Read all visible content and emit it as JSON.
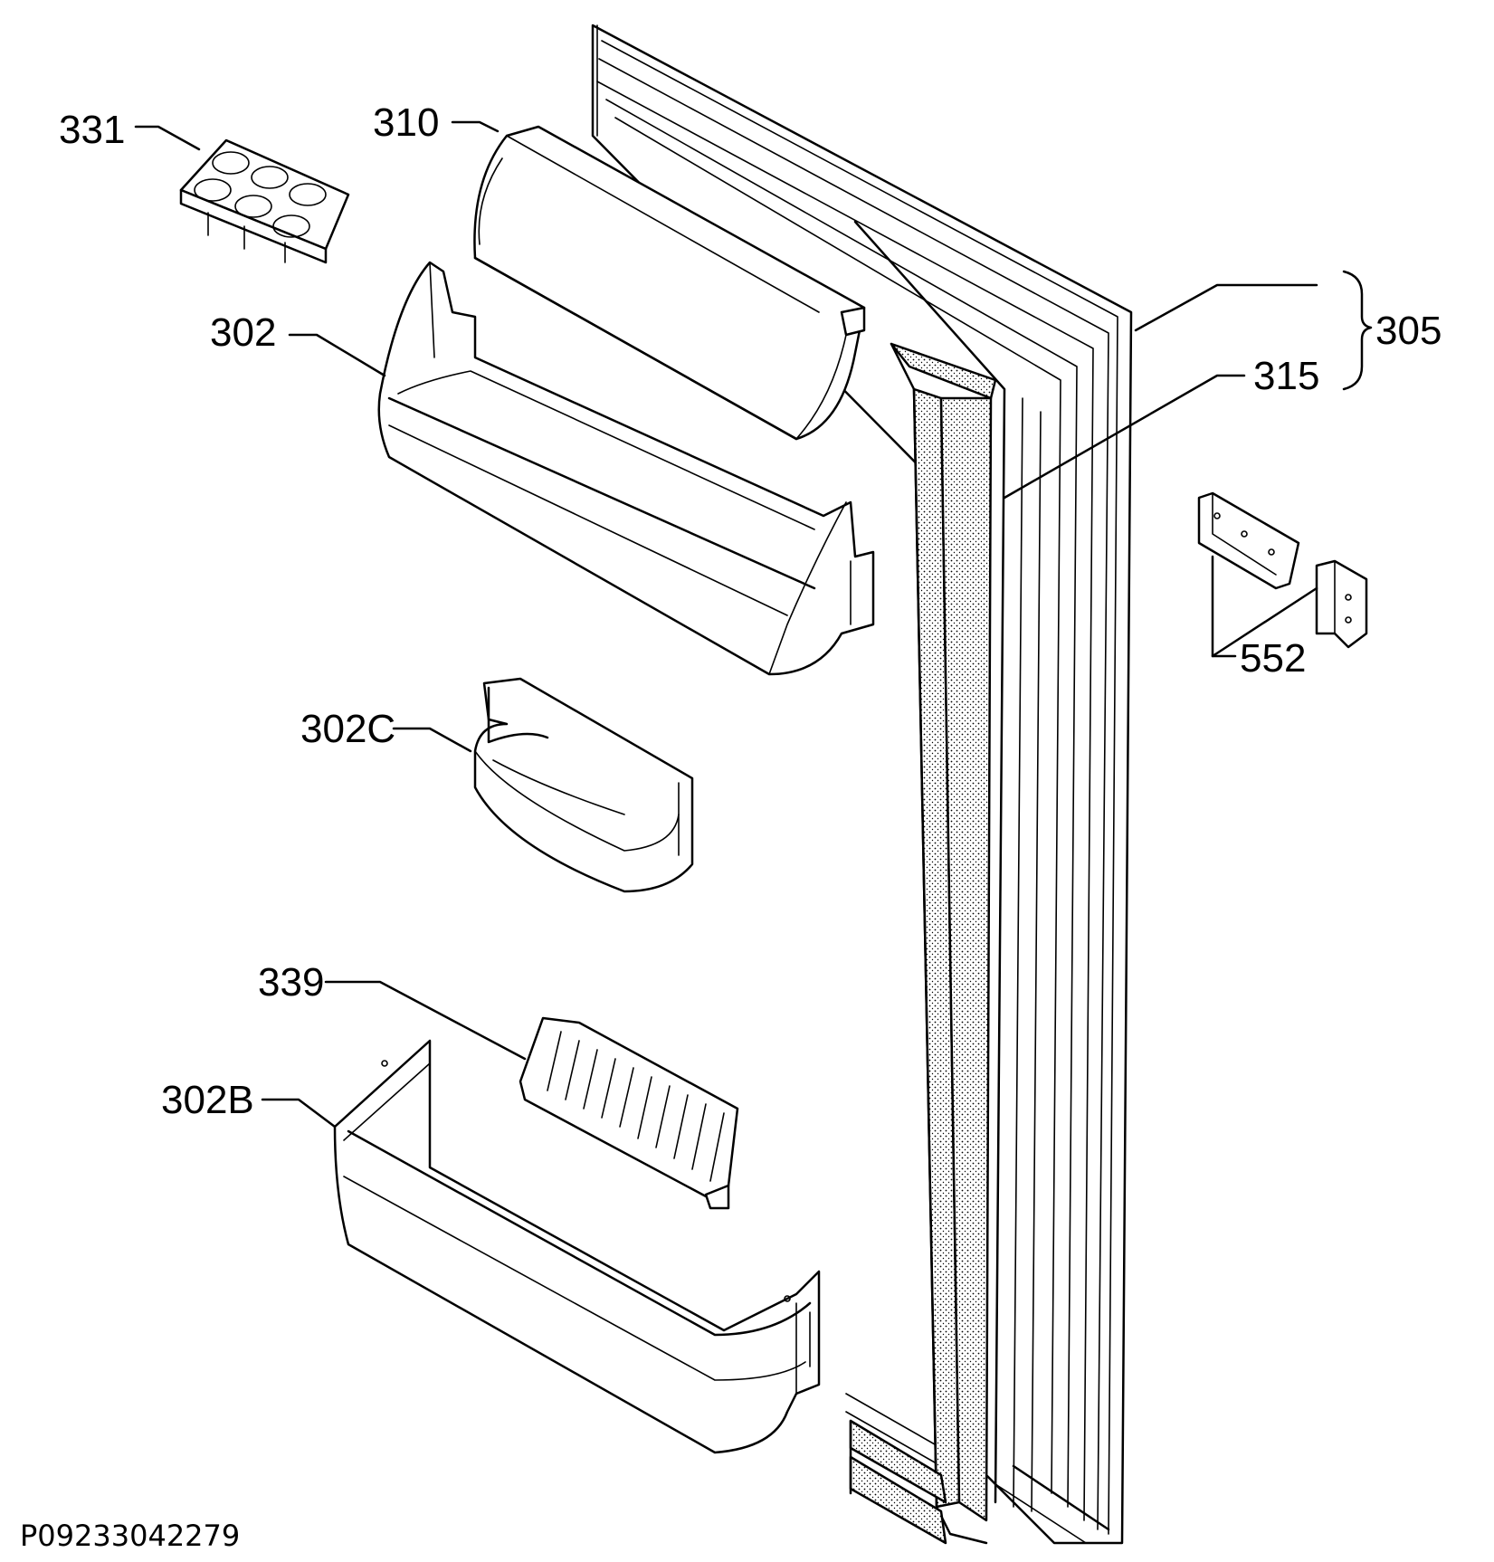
{
  "diagram": {
    "reference_code": "P09233042279",
    "labels": {
      "egg_tray": "331",
      "cover": "310",
      "door_shelf_top": "302",
      "small_shelf": "302C",
      "bottle_retainer": "339",
      "door_shelf_bottom": "302B",
      "door_assembly": "305",
      "gasket": "315",
      "hinge": "552"
    }
  }
}
